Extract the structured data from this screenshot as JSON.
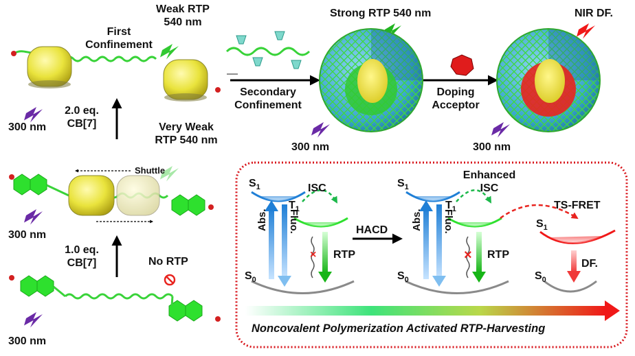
{
  "left_panel": {
    "first_confinement": "First\nConfinement",
    "weak_rtp": "Weak RTP\n540 nm",
    "eq2": "2.0 eq.\nCB[7]",
    "very_weak_rtp": "Very Weak\nRTP 540 nm",
    "shuttle": "Shuttle",
    "eq1": "1.0 eq.\nCB[7]",
    "no_rtp": "No RTP",
    "wavelength": "300 nm"
  },
  "top_panel": {
    "secondary_confinement": "Secondary\nConfinement",
    "strong_rtp": "Strong RTP 540 nm",
    "doping_acceptor": "Doping\nAcceptor",
    "nir_df": "NIR DF.",
    "wavelength": "300 nm"
  },
  "jablonski": {
    "s1": "S",
    "s1_sub": "1",
    "t1": "T",
    "t1_sub": "1",
    "s0": "S",
    "s0_sub": "0",
    "isc": "ISC",
    "enhanced_isc": "Enhanced\nISC",
    "abs": "Abs.",
    "fluo": "Fluo.",
    "rtp": "RTP",
    "hacd": "HACD",
    "ts_fret": "TS-FRET",
    "df": "DF.",
    "footer": "Noncovalent Polymerization Activated RTP-Harvesting"
  },
  "colors": {
    "green": "#2ee02e",
    "yellow": "#e6e23a",
    "blue": "#1f7fd6",
    "red": "#e8231e",
    "purple": "#6a2aa6",
    "dashed_border": "#d8161c"
  }
}
